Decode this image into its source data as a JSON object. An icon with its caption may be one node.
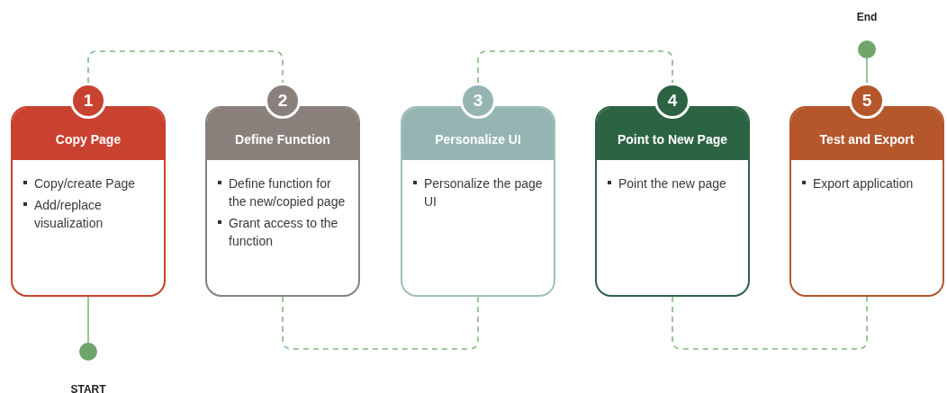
{
  "diagram": {
    "nodes": [
      {
        "text": [
          "1",
          "Copy Page",
          "Copy/create Page",
          "Add/replace visualization"
        ]
      },
      {
        "text": [
          "2",
          "Define Function",
          "Define function for the new/copied page",
          "Grant access to the function"
        ]
      },
      {
        "text": [
          "3",
          "Personalize UI",
          "Personalize the page UI"
        ]
      },
      {
        "text": [
          "4",
          "Point to New Page",
          "Point the new page"
        ]
      },
      {
        "text": [
          "5",
          "Test and Export",
          "Export application"
        ]
      },
      {
        "text": [],
        "shape": "circle",
        "beside": [
          "START"
        ]
      },
      {
        "text": [],
        "shape": "circle",
        "beside": [
          "End"
        ]
      }
    ],
    "edges": [
      {
        "from": 5,
        "to": 0,
        "arrow": "none"
      },
      {
        "from": 0,
        "to": 1,
        "arrow": "none",
        "style": "dashed"
      },
      {
        "from": 1,
        "to": 2,
        "arrow": "none",
        "style": "dashed"
      },
      {
        "from": 2,
        "to": 3,
        "arrow": "none",
        "style": "dashed"
      },
      {
        "from": 3,
        "to": 4,
        "arrow": "none",
        "style": "dashed"
      },
      {
        "from": 4,
        "to": 6,
        "arrow": "none"
      }
    ]
  }
}
